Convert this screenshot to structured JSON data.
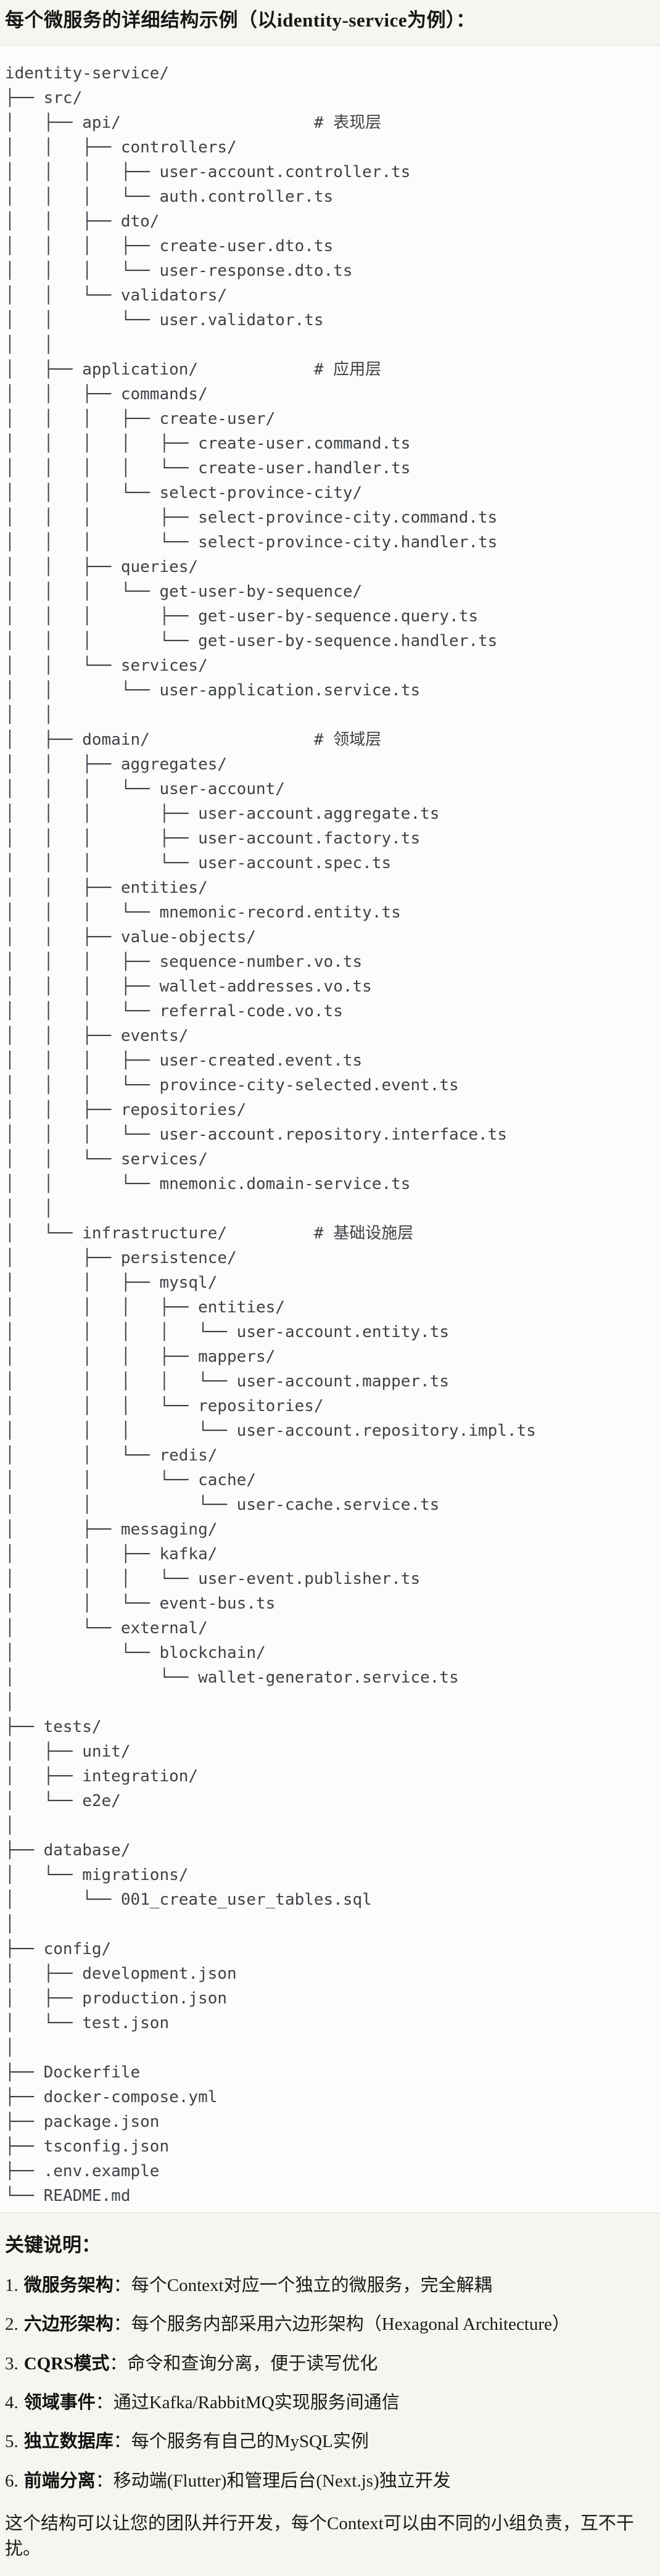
{
  "header": {
    "title": "每个微服务的详细结构示例（以identity-service为例）："
  },
  "code": {
    "language": "plaintext-tree",
    "tree_lines": [
      "identity-service/",
      "├── src/",
      "│   ├── api/                    # 表现层",
      "│   │   ├── controllers/",
      "│   │   │   ├── user-account.controller.ts",
      "│   │   │   └── auth.controller.ts",
      "│   │   ├── dto/",
      "│   │   │   ├── create-user.dto.ts",
      "│   │   │   └── user-response.dto.ts",
      "│   │   └── validators/",
      "│   │       └── user.validator.ts",
      "│   │",
      "│   ├── application/            # 应用层",
      "│   │   ├── commands/",
      "│   │   │   ├── create-user/",
      "│   │   │   │   ├── create-user.command.ts",
      "│   │   │   │   └── create-user.handler.ts",
      "│   │   │   └── select-province-city/",
      "│   │   │       ├── select-province-city.command.ts",
      "│   │   │       └── select-province-city.handler.ts",
      "│   │   ├── queries/",
      "│   │   │   └── get-user-by-sequence/",
      "│   │   │       ├── get-user-by-sequence.query.ts",
      "│   │   │       └── get-user-by-sequence.handler.ts",
      "│   │   └── services/",
      "│   │       └── user-application.service.ts",
      "│   │",
      "│   ├── domain/                 # 领域层",
      "│   │   ├── aggregates/",
      "│   │   │   └── user-account/",
      "│   │   │       ├── user-account.aggregate.ts",
      "│   │   │       ├── user-account.factory.ts",
      "│   │   │       └── user-account.spec.ts",
      "│   │   ├── entities/",
      "│   │   │   └── mnemonic-record.entity.ts",
      "│   │   ├── value-objects/",
      "│   │   │   ├── sequence-number.vo.ts",
      "│   │   │   ├── wallet-addresses.vo.ts",
      "│   │   │   └── referral-code.vo.ts",
      "│   │   ├── events/",
      "│   │   │   ├── user-created.event.ts",
      "│   │   │   └── province-city-selected.event.ts",
      "│   │   ├── repositories/",
      "│   │   │   └── user-account.repository.interface.ts",
      "│   │   └── services/",
      "│   │       └── mnemonic.domain-service.ts",
      "│   │",
      "│   └── infrastructure/         # 基础设施层",
      "│       ├── persistence/",
      "│       │   ├── mysql/",
      "│       │   │   ├── entities/",
      "│       │   │   │   └── user-account.entity.ts",
      "│       │   │   ├── mappers/",
      "│       │   │   │   └── user-account.mapper.ts",
      "│       │   │   └── repositories/",
      "│       │   │       └── user-account.repository.impl.ts",
      "│       │   └── redis/",
      "│       │       └── cache/",
      "│       │           └── user-cache.service.ts",
      "│       ├── messaging/",
      "│       │   ├── kafka/",
      "│       │   │   └── user-event.publisher.ts",
      "│       │   └── event-bus.ts",
      "│       └── external/",
      "│           └── blockchain/",
      "│               └── wallet-generator.service.ts",
      "│",
      "├── tests/",
      "│   ├── unit/",
      "│   ├── integration/",
      "│   └── e2e/",
      "│",
      "├── database/",
      "│   └── migrations/",
      "│       └── 001_create_user_tables.sql",
      "│",
      "├── config/",
      "│   ├── development.json",
      "│   ├── production.json",
      "│   └── test.json",
      "│",
      "├── Dockerfile",
      "├── docker-compose.yml",
      "├── package.json",
      "├── tsconfig.json",
      "├── .env.example",
      "└── README.md"
    ]
  },
  "notes": {
    "heading": "关键说明：",
    "items": [
      {
        "num": "1.",
        "term": "微服务架构",
        "text": "：每个Context对应一个独立的微服务，完全解耦"
      },
      {
        "num": "2.",
        "term": "六边形架构",
        "text": "：每个服务内部采用六边形架构（Hexagonal Architecture）"
      },
      {
        "num": "3.",
        "term": "CQRS模式",
        "text": "：命令和查询分离，便于读写优化"
      },
      {
        "num": "4.",
        "term": "领域事件",
        "text": "：通过Kafka/RabbitMQ实现服务间通信"
      },
      {
        "num": "5.",
        "term": "独立数据库",
        "text": "：每个服务有自己的MySQL实例"
      },
      {
        "num": "6.",
        "term": "前端分离",
        "text": "：移动端(Flutter)和管理后台(Next.js)独立开发"
      }
    ]
  },
  "footer": {
    "closing": "这个结构可以让您的团队并行开发，每个Context可以由不同的小组负责，互不干扰。"
  },
  "colors": {
    "page_background": "#f7f5ef",
    "code_background": "#fcfcfa",
    "code_border": "#e2dfd8",
    "code_text": "#3d4248",
    "body_text": "#1b1b1b"
  }
}
